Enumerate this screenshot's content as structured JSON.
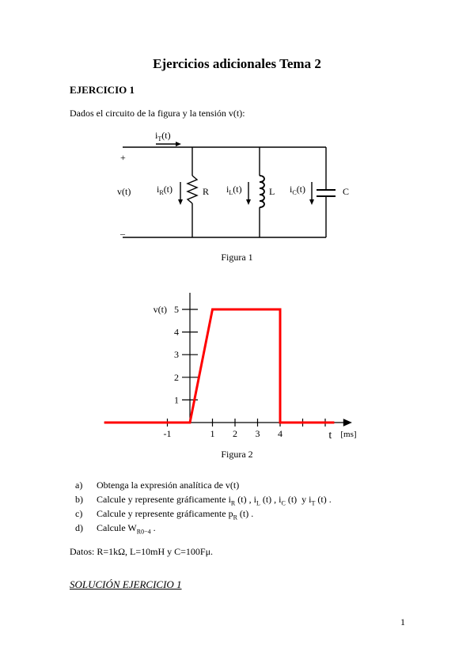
{
  "title": "Ejercicios adicionales Tema 2",
  "exercise_heading": "EJERCICIO 1",
  "intro": "Dados el circuito de la figura y la tensión v(t):",
  "figure1": {
    "caption": "Figura 1",
    "current_total": "i",
    "current_total_sub": "T",
    "current_suffix": "(t)",
    "plus": "+",
    "minus": "–",
    "voltage": "v(t)",
    "branch_r_sub": "R",
    "branch_l_sub": "L",
    "branch_c_sub": "C",
    "label_r": "R",
    "label_l": "L",
    "label_c": "C"
  },
  "figure2": {
    "caption": "Figura 2",
    "y_label": "v(t)",
    "x_label": "t",
    "x_unit": "[ms]",
    "line_color": "#ff0000"
  },
  "chart_data": {
    "type": "line",
    "title": "",
    "xlabel": "t",
    "ylabel": "v(t)",
    "x_unit": "[ms]",
    "x_ticks": [
      -1,
      1,
      2,
      3,
      4
    ],
    "y_ticks": [
      1,
      2,
      3,
      4,
      5
    ],
    "xlim": [
      -3.8,
      6.4
    ],
    "ylim": [
      0,
      5.5
    ],
    "series": [
      {
        "x": [
          -3.8,
          0,
          1,
          4,
          4,
          6.4
        ],
        "y": [
          0,
          0,
          5,
          5,
          0,
          0
        ]
      }
    ]
  },
  "questions": [
    {
      "label": "a)",
      "text": "Obtenga la expresión analítica de v(t)"
    },
    {
      "label": "b)",
      "text": "Calcule y represente gráficamente i",
      "sub_parts": [
        "R",
        "L",
        "C",
        "T"
      ]
    },
    {
      "label": "c)",
      "text": "Calcule y represente gráficamente p",
      "sub": "R",
      "suffix": "(t) ."
    },
    {
      "label": "d)",
      "text": "Calcule W",
      "sub": "R0−4",
      "suffix": "."
    }
  ],
  "datos": "Datos: R=1kΩ, L=10mH y C=100Fμ.",
  "solution_heading": "SOLUCIÓN EJERCICIO 1",
  "page_number": "1"
}
